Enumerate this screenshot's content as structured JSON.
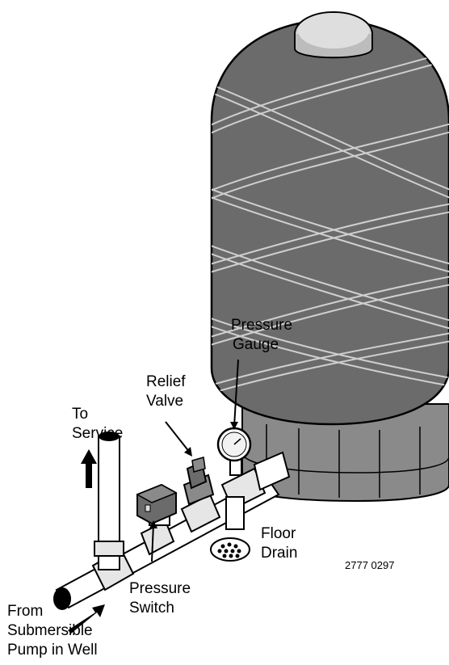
{
  "labels": {
    "pressure_gauge": [
      "Pressure",
      "Gauge"
    ],
    "relief_valve": [
      "Relief",
      "Valve"
    ],
    "to_service": [
      "To",
      "Service"
    ],
    "floor_drain": [
      "Floor",
      "Drain"
    ],
    "pressure_switch": [
      "Pressure",
      "Switch"
    ],
    "from_pump": [
      "From",
      "Submersible",
      "Pump in Well"
    ]
  },
  "figure_code": "2777 0297",
  "colors": {
    "tank_body": "#6b6b6b",
    "tank_cap": "#d4d4d4",
    "base": "#8a8a8a",
    "pipe": "#ffffff",
    "outline": "#000000",
    "wrap_lines": "#cfcfcf"
  }
}
